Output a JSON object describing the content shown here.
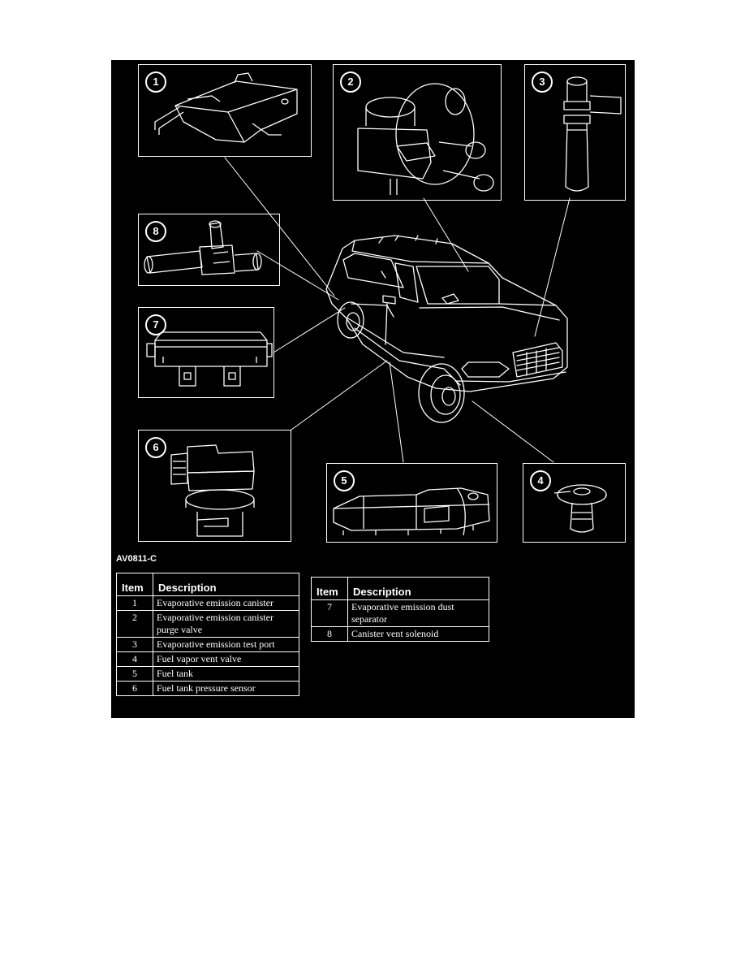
{
  "figure_code": "AV0811-C",
  "callouts": [
    {
      "number": "1",
      "icon": "canister-drawing"
    },
    {
      "number": "2",
      "icon": "purge-valve-drawing"
    },
    {
      "number": "3",
      "icon": "test-port-drawing"
    },
    {
      "number": "4",
      "icon": "vent-valve-drawing"
    },
    {
      "number": "5",
      "icon": "fuel-tank-drawing"
    },
    {
      "number": "6",
      "icon": "pressure-sensor-drawing"
    },
    {
      "number": "7",
      "icon": "dust-separator-drawing"
    },
    {
      "number": "8",
      "icon": "vent-solenoid-drawing"
    }
  ],
  "legend": {
    "header_item": "Item",
    "header_description": "Description",
    "table_a": [
      {
        "item": "1",
        "description": "Evaporative emission canister"
      },
      {
        "item": "2",
        "description": "Evaporative emission canister purge valve"
      },
      {
        "item": "3",
        "description": "Evaporative emission test port"
      },
      {
        "item": "4",
        "description": "Fuel vapor vent valve"
      },
      {
        "item": "5",
        "description": "Fuel tank"
      },
      {
        "item": "6",
        "description": "Fuel tank pressure sensor"
      }
    ],
    "table_b": [
      {
        "item": "7",
        "description": "Evaporative emission dust separator"
      },
      {
        "item": "8",
        "description": "Canister vent solenoid"
      }
    ]
  },
  "colors": {
    "background": "#000000",
    "line": "#ffffff"
  }
}
